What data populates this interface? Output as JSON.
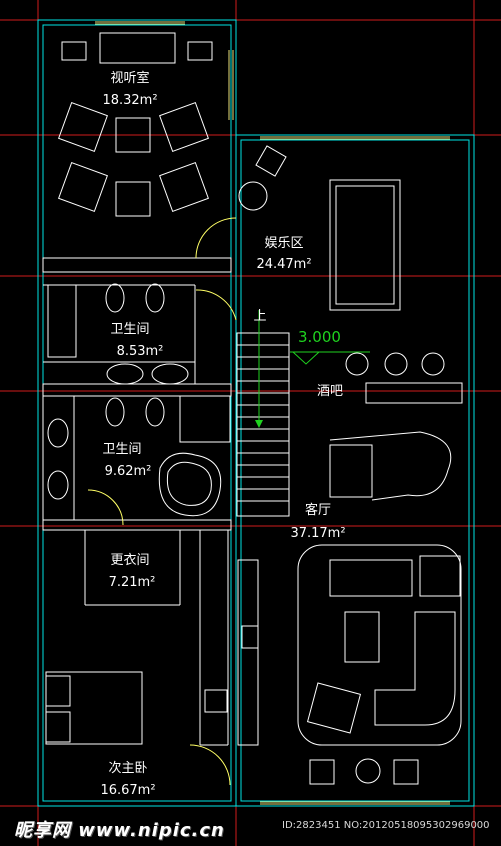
{
  "rooms": {
    "theater": {
      "name": "视听室",
      "area": "18.32m²"
    },
    "entertainment": {
      "name": "娱乐区",
      "area": "24.47m²"
    },
    "bath1": {
      "name": "卫生间",
      "area": "8.53m²"
    },
    "bath2": {
      "name": "卫生间",
      "area": "9.62m²"
    },
    "bar": {
      "name": "酒吧"
    },
    "living": {
      "name": "客厅",
      "area": "37.17m²"
    },
    "closet": {
      "name": "更衣间",
      "area": "7.21m²"
    },
    "bedroom": {
      "name": "次主卧",
      "area": "16.67m²"
    }
  },
  "stairs": {
    "label": "上"
  },
  "elevation": {
    "value": "3.000"
  },
  "watermark": {
    "site": "昵享网 www.nipic.cn",
    "id": "ID:2823451 NO:20120518095302969000"
  },
  "colors": {
    "background": "#000000",
    "wall": "#00e5e5",
    "furniture": "#ffffff",
    "axis": "#d11c1c",
    "elevation": "#1fd21f",
    "window": "#e8e07a",
    "door": "#ffff66"
  }
}
